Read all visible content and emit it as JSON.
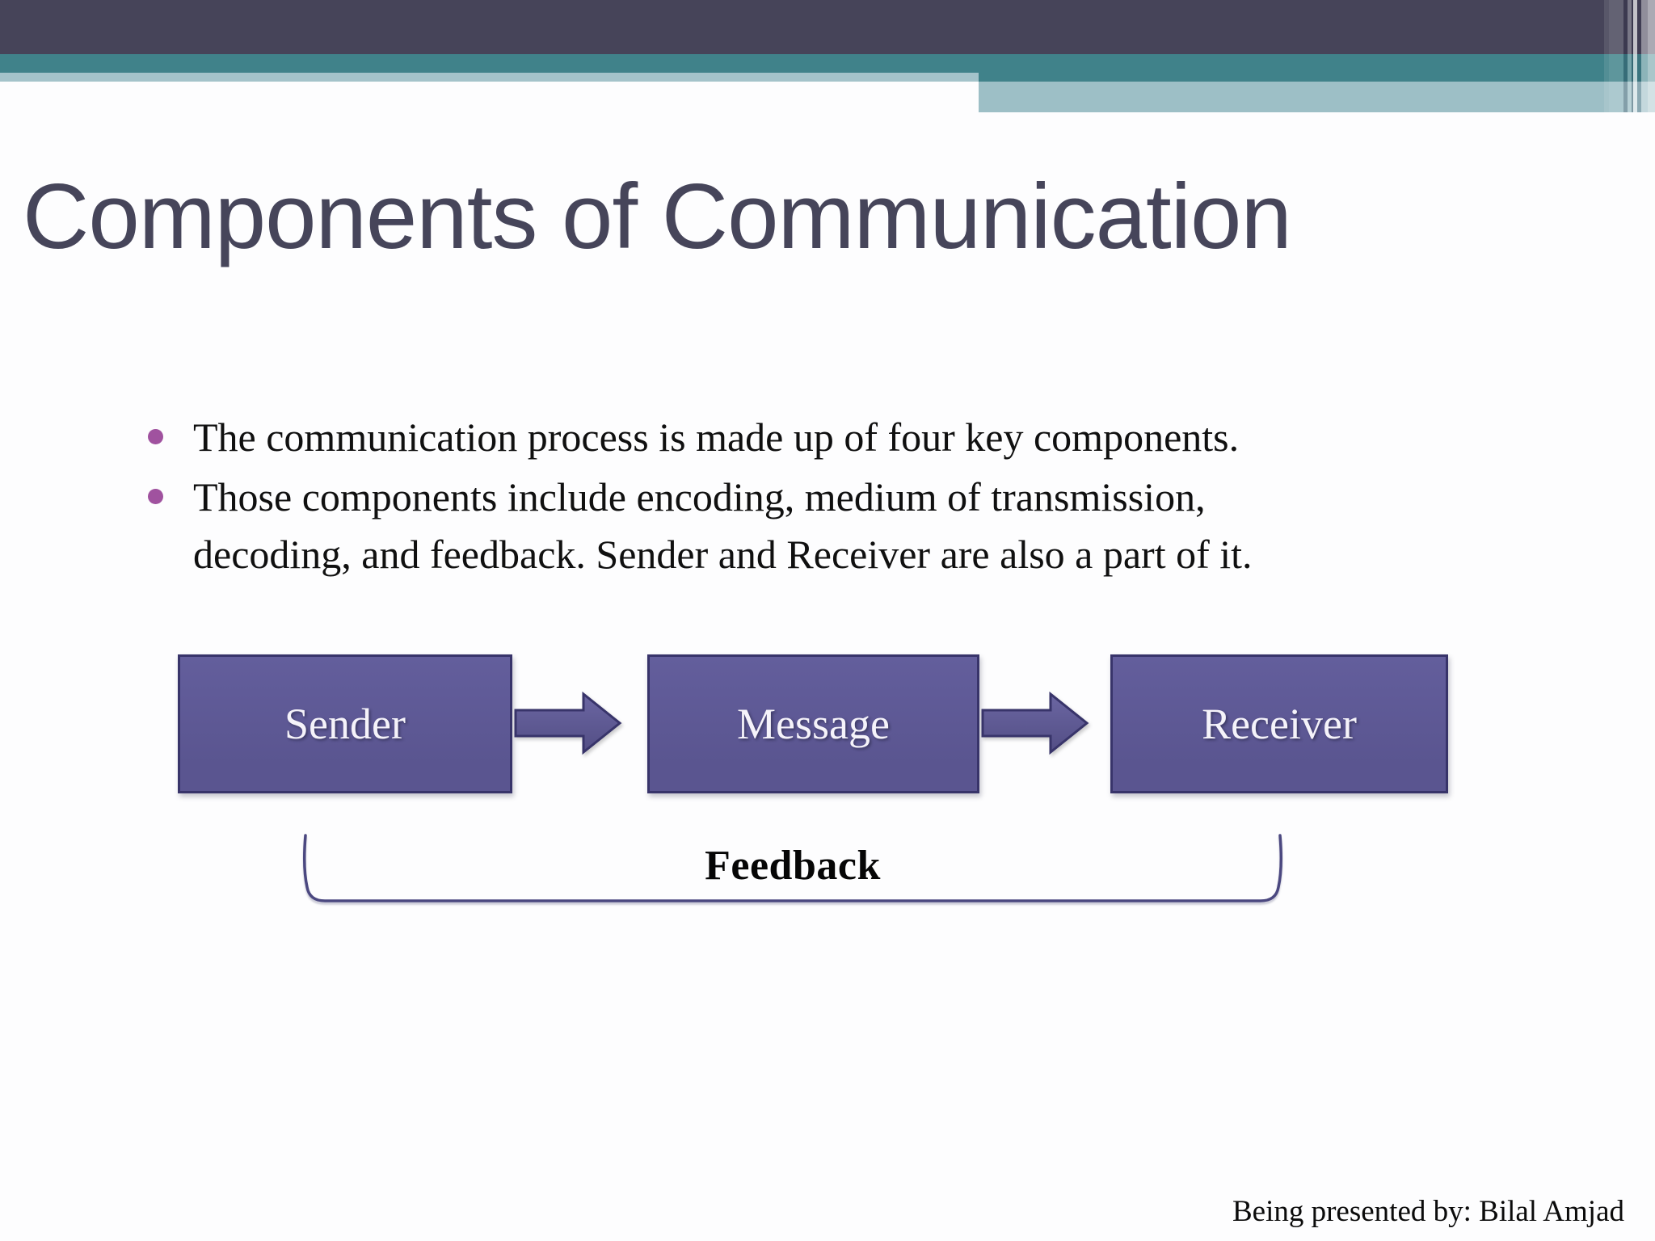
{
  "slide": {
    "title": "Components of Communication",
    "bullets": [
      {
        "lines": [
          "The communication process is made up of four key components."
        ]
      },
      {
        "lines": [
          "Those components include encoding, medium of transmission,",
          "decoding, and feedback. Sender and Receiver are also a part of it."
        ]
      }
    ],
    "diagram": {
      "boxes": [
        {
          "label": "Sender"
        },
        {
          "label": "Message"
        },
        {
          "label": "Receiver"
        }
      ],
      "arrow_icon": "arrow-right",
      "feedback_label": "Feedback"
    },
    "credit": "Being presented by: Bilal Amjad",
    "colors": {
      "header_dark": "#464459",
      "header_teal": "#40828a",
      "header_light_stripe": "#a4c3ca",
      "header_light_block": "#9dbfc6",
      "box_fill": "#5a5590",
      "box_fill_light": "#635e9c",
      "box_border": "#38346a",
      "bracket_line": "#4b4880",
      "bullet_dot": "#a0529f",
      "title_text": "#46455a",
      "body_text": "#101010",
      "box_label_text": "#f5f3fa",
      "background": "#fdfdfe"
    }
  }
}
